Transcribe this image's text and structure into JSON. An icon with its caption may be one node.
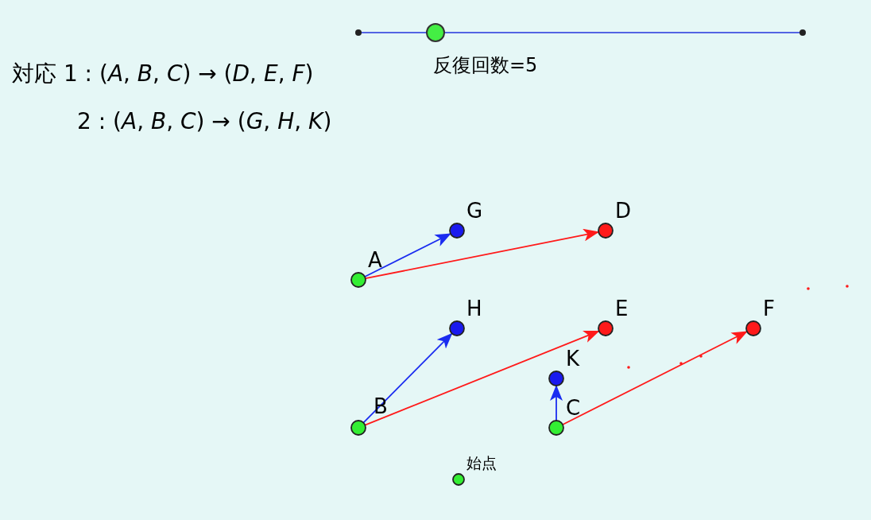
{
  "diagram": {
    "nodes": [
      {
        "text": [
          "A"
        ]
      },
      {
        "text": [
          "B"
        ]
      },
      {
        "text": [
          "C"
        ]
      },
      {
        "text": [
          "D"
        ]
      },
      {
        "text": [
          "E"
        ]
      },
      {
        "text": [
          "F"
        ]
      },
      {
        "text": [
          "G"
        ]
      },
      {
        "text": [
          "H"
        ]
      },
      {
        "text": [
          "K"
        ]
      },
      {
        "text": [
          "始点"
        ]
      }
    ],
    "edges": [
      {
        "from": 0,
        "to": 6,
        "arrow": "to",
        "color": "#1a2cf0"
      },
      {
        "from": 0,
        "to": 3,
        "arrow": "to",
        "color": "#ff1a1a"
      },
      {
        "from": 1,
        "to": 7,
        "arrow": "to",
        "color": "#1a2cf0"
      },
      {
        "from": 1,
        "to": 4,
        "arrow": "to",
        "color": "#ff1a1a"
      },
      {
        "from": 2,
        "to": 8,
        "arrow": "to",
        "color": "#1a2cf0"
      },
      {
        "from": 2,
        "to": 5,
        "arrow": "to",
        "color": "#ff1a1a"
      }
    ],
    "labels": [
      "反復回数=5",
      "対応 1 : (*A*, *B*, *C*) → (*D*, *E*, *F*)",
      "2 : (*A*, *B*, *C*) → (*G*, *H*, *K*)"
    ]
  }
}
